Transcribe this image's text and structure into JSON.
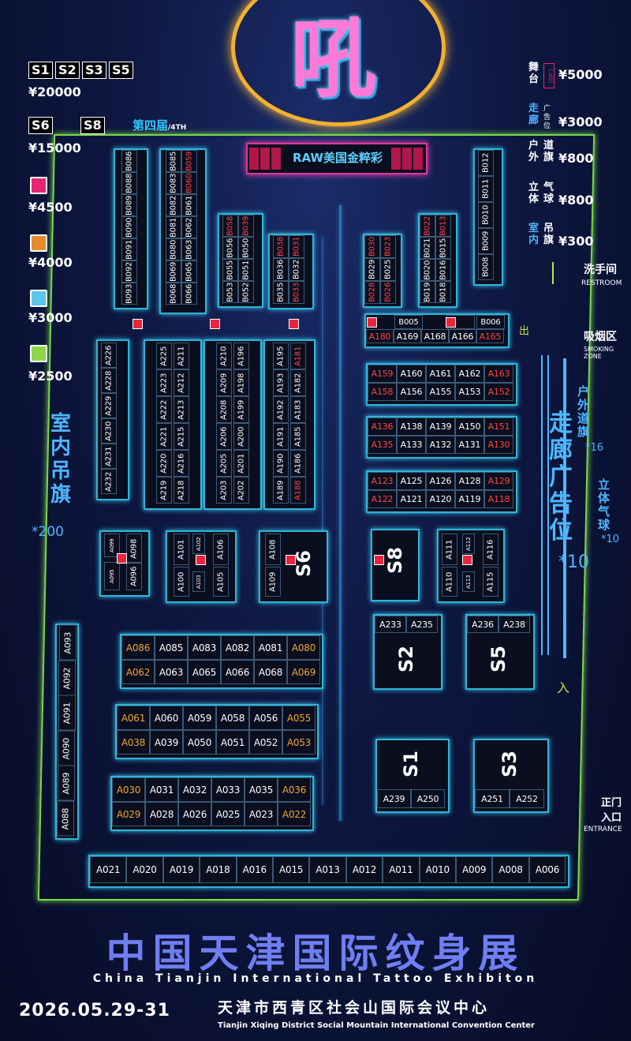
{
  "header": {
    "logo_char": "吼",
    "edition": "第四届",
    "edition_en": "/4TH",
    "stage_label": "RAW美国金粹彩"
  },
  "legend_left": {
    "tags_row1": [
      "S1",
      "S2",
      "S3",
      "S5"
    ],
    "price1": "¥20000",
    "tags_row2": [
      "S6",
      "S8"
    ],
    "price2": "¥15000",
    "swatches": [
      {
        "color": "#e8256e",
        "price": "¥4500"
      },
      {
        "color": "#e88a2a",
        "price": "¥4000"
      },
      {
        "color": "#5cc7ea",
        "price": "¥3000"
      },
      {
        "color": "#8fd44a",
        "price": "¥2500"
      }
    ]
  },
  "legend_right": [
    {
      "label": "舞台",
      "sub": "广告位",
      "price": "¥5000",
      "color": "#ff3c8c"
    },
    {
      "label": "走廊",
      "sub": "广告位",
      "price": "¥3000",
      "color": "#4fb6ff"
    },
    {
      "label": "户外",
      "sub": "道旗",
      "price": "¥800",
      "color": "#ffffff"
    },
    {
      "label": "立体",
      "sub": "气球",
      "price": "¥800",
      "color": "#ffffff"
    },
    {
      "label": "室内",
      "sub": "吊旗",
      "price": "¥300",
      "color": "#4fb6ff"
    }
  ],
  "side_labels": {
    "left_banner": "室内吊旗",
    "left_banner_count": "*200",
    "corridor": "走廊广告位",
    "corridor_count": "*10",
    "outdoor_flag": "户外道旗",
    "outdoor_flag_count": "*16",
    "balloon": "立体气球",
    "balloon_count": "*10"
  },
  "facilities": {
    "restroom": "洗手间",
    "restroom_en": "RESTROOM",
    "smoking": "吸烟区",
    "smoking_en": "SMOKING ZONE",
    "entrance": "正门入口",
    "entrance_en": "ENTRANCE",
    "exit_mark": "出",
    "enter_mark": "入"
  },
  "footer": {
    "title": "中国天津国际纹身展",
    "title_en": "China Tianjin International Tattoo Exhibiton",
    "date": "2026.05.29-31",
    "venue": "天津市西青区社会山国际会议中心",
    "venue_en": "Tianjin Xiqing District Social Mountain International Convention Center"
  },
  "booths": {
    "bottom_row": [
      "A021",
      "A020",
      "A019",
      "A018",
      "A016",
      "A015",
      "A013",
      "A012",
      "A011",
      "A010",
      "A009",
      "A008",
      "A006"
    ],
    "left_col": [
      "A093",
      "A092",
      "A091",
      "A090",
      "A089",
      "A088"
    ],
    "block1_top": [
      "A086",
      "A085",
      "A083",
      "A082",
      "A081",
      "A080"
    ],
    "block1_bot": [
      "A062",
      "A063",
      "A065",
      "A066",
      "A068",
      "A069"
    ],
    "block2_top": [
      "A061",
      "A060",
      "A059",
      "A058",
      "A056",
      "A055"
    ],
    "block2_bot": [
      "A038",
      "A039",
      "A050",
      "A051",
      "A052",
      "A053"
    ],
    "block3_top": [
      "A030",
      "A031",
      "A032",
      "A033",
      "A035",
      "A036"
    ],
    "block3_bot": [
      "A029",
      "A028",
      "A026",
      "A025",
      "A023",
      "A022"
    ],
    "s2_top": [
      "A233",
      "A235"
    ],
    "s5_top": [
      "A236",
      "A238"
    ],
    "s1_bot": [
      "A239",
      "A250"
    ],
    "s3_bot": [
      "A251",
      "A252"
    ],
    "right_rows": [
      {
        "top": [
          "A159",
          "A160",
          "A161",
          "A162",
          "A163"
        ],
        "bot": [
          "A158",
          "A156",
          "A155",
          "A153",
          "A152"
        ]
      },
      {
        "top": [
          "A136",
          "A138",
          "A139",
          "A150",
          "A151"
        ],
        "bot": [
          "A135",
          "A133",
          "A132",
          "A131",
          "A130"
        ]
      },
      {
        "top": [
          "A123",
          "A125",
          "A126",
          "A128",
          "A129"
        ],
        "bot": [
          "A122",
          "A121",
          "A120",
          "A119",
          "A118"
        ]
      }
    ],
    "row_180": [
      "A180",
      "A169",
      "A168",
      "A166",
      "A165"
    ],
    "b005": "B005",
    "b006": "B006",
    "col_a226": [
      "A226",
      "A228",
      "A229",
      "A230",
      "A231",
      "A232"
    ],
    "col_a211": {
      "left": [
        "A225",
        "A223",
        "A222",
        "A221",
        "A220",
        "A219"
      ],
      "right": [
        "A211",
        "A212",
        "A213",
        "A215",
        "A216",
        "A218"
      ]
    },
    "col_a196": {
      "left": [
        "A210",
        "A209",
        "A208",
        "A206",
        "A205",
        "A203"
      ],
      "right": [
        "A196",
        "A198",
        "A199",
        "A200",
        "A201",
        "A202"
      ]
    },
    "col_a181": {
      "left": [
        "A195",
        "A193",
        "A192",
        "A191",
        "A190",
        "A189"
      ],
      "right": [
        "A181",
        "A182",
        "A183",
        "A185",
        "A186",
        "A188"
      ]
    },
    "col_b093": [
      "B086",
      "B088",
      "B089",
      "B090",
      "B091",
      "B092",
      "B093"
    ],
    "col_b085": {
      "left": [
        "B085",
        "B083",
        "B082",
        "B081",
        "B080",
        "B069",
        "B068"
      ],
      "right": [
        "B059",
        "B060",
        "B061",
        "B062",
        "B063",
        "B065",
        "B066"
      ]
    },
    "col_b058": {
      "left": [
        "B058",
        "B056",
        "B055",
        "B053"
      ],
      "right": [
        "B039",
        "B050",
        "B051",
        "B052"
      ]
    },
    "col_b038": {
      "left": [
        "B038",
        "B036",
        "B035"
      ],
      "right": [
        "B031",
        "B032",
        "B033"
      ]
    },
    "col_b030": {
      "left": [
        "B030",
        "B029",
        "B028"
      ],
      "right": [
        "B023",
        "B025",
        "B026"
      ]
    },
    "col_b022": {
      "left": [
        "B022",
        "B021",
        "B020",
        "B019"
      ],
      "right": [
        "B013",
        "B015",
        "B016",
        "B018"
      ]
    },
    "col_b012": [
      "B012",
      "B011",
      "B010",
      "B009",
      "B008"
    ],
    "pod_a098": {
      "a": "A099",
      "b": "A098",
      "c": "A095",
      "d": "A096"
    },
    "pod_a101": {
      "a": "A101",
      "b": "A102",
      "c": "A106",
      "d": "A100",
      "e": "A103",
      "f": "A105"
    },
    "pod_s6": {
      "a": "A108",
      "b": "A109",
      "s": "S6"
    },
    "pod_s8": {
      "s": "S8"
    },
    "pod_a111": {
      "a": "A111",
      "b": "A112",
      "c": "A116",
      "d": "A110",
      "e": "A113",
      "f": "A115"
    },
    "big_stands": {
      "s1": "S1",
      "s2": "S2",
      "s3": "S3",
      "s5": "S5"
    },
    "stage_side_marks": "广告位"
  }
}
